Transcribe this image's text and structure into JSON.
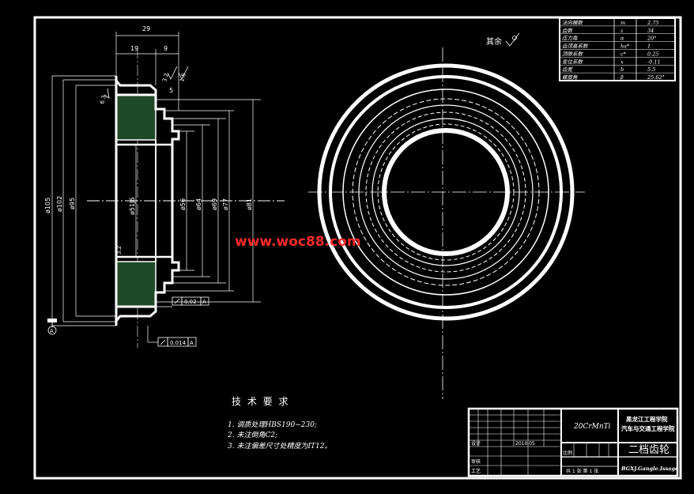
{
  "dimensions": {
    "overall_width": "29",
    "hub_width": "19",
    "step_width": "9",
    "chamfer_offset": "5",
    "dia_105": "ø105",
    "dia_102": "ø102",
    "dia_95": "ø95",
    "dia_bore": "ø51J6",
    "dia_56": "ø56",
    "dia_64": "ø64",
    "dia_69": "ø69",
    "dia_77": "ø77",
    "dia_81": "ø81"
  },
  "roughness": {
    "r1": "3.2",
    "r2": "1.6",
    "r3": "6.3",
    "r4": "3.2"
  },
  "tolerances": {
    "face_runout_value": "0.02",
    "face_runout_datum": "A",
    "radial_runout_value": "0.014",
    "radial_runout_datum": "A",
    "datum_letter": "A"
  },
  "rest_roughness_label": "其余",
  "watermark": "www.woc88.com",
  "tech_requirements": {
    "title": "技 术 要 求",
    "items": [
      "1. 调质处理HBS190~230;",
      "2. 未注倒角C2;",
      "3. 未注偏差尺寸处精度为IT12。"
    ]
  },
  "gear_params": [
    {
      "name": "法向模数",
      "symbol": "m",
      "value": "2.75"
    },
    {
      "name": "齿数",
      "symbol": "z",
      "value": "34"
    },
    {
      "name": "压力角",
      "symbol": "α",
      "value": "20°"
    },
    {
      "name": "齿顶高系数",
      "symbol": "ha*",
      "value": "1"
    },
    {
      "name": "顶隙系数",
      "symbol": "c*",
      "value": "0.25"
    },
    {
      "name": "变位系数",
      "symbol": "x",
      "value": "-0.11"
    },
    {
      "name": "齿宽",
      "symbol": "b",
      "value": "5.5"
    },
    {
      "name": "螺旋角",
      "symbol": "β",
      "value": "25.62°"
    }
  ],
  "title_block": {
    "material": "20CrMnTi",
    "school_line1": "黑龙江工程学院",
    "school_line2": "汽车与交通工程学院",
    "part_name": "二档齿轮",
    "drawing_no": "BGXJ.Gangle.Issage",
    "row_labels": [
      "设计",
      "审核",
      "工艺"
    ],
    "designer_stamp": "2010.05",
    "scale_label": "比例",
    "sheet_info": "共 1 张   第 1 张"
  }
}
